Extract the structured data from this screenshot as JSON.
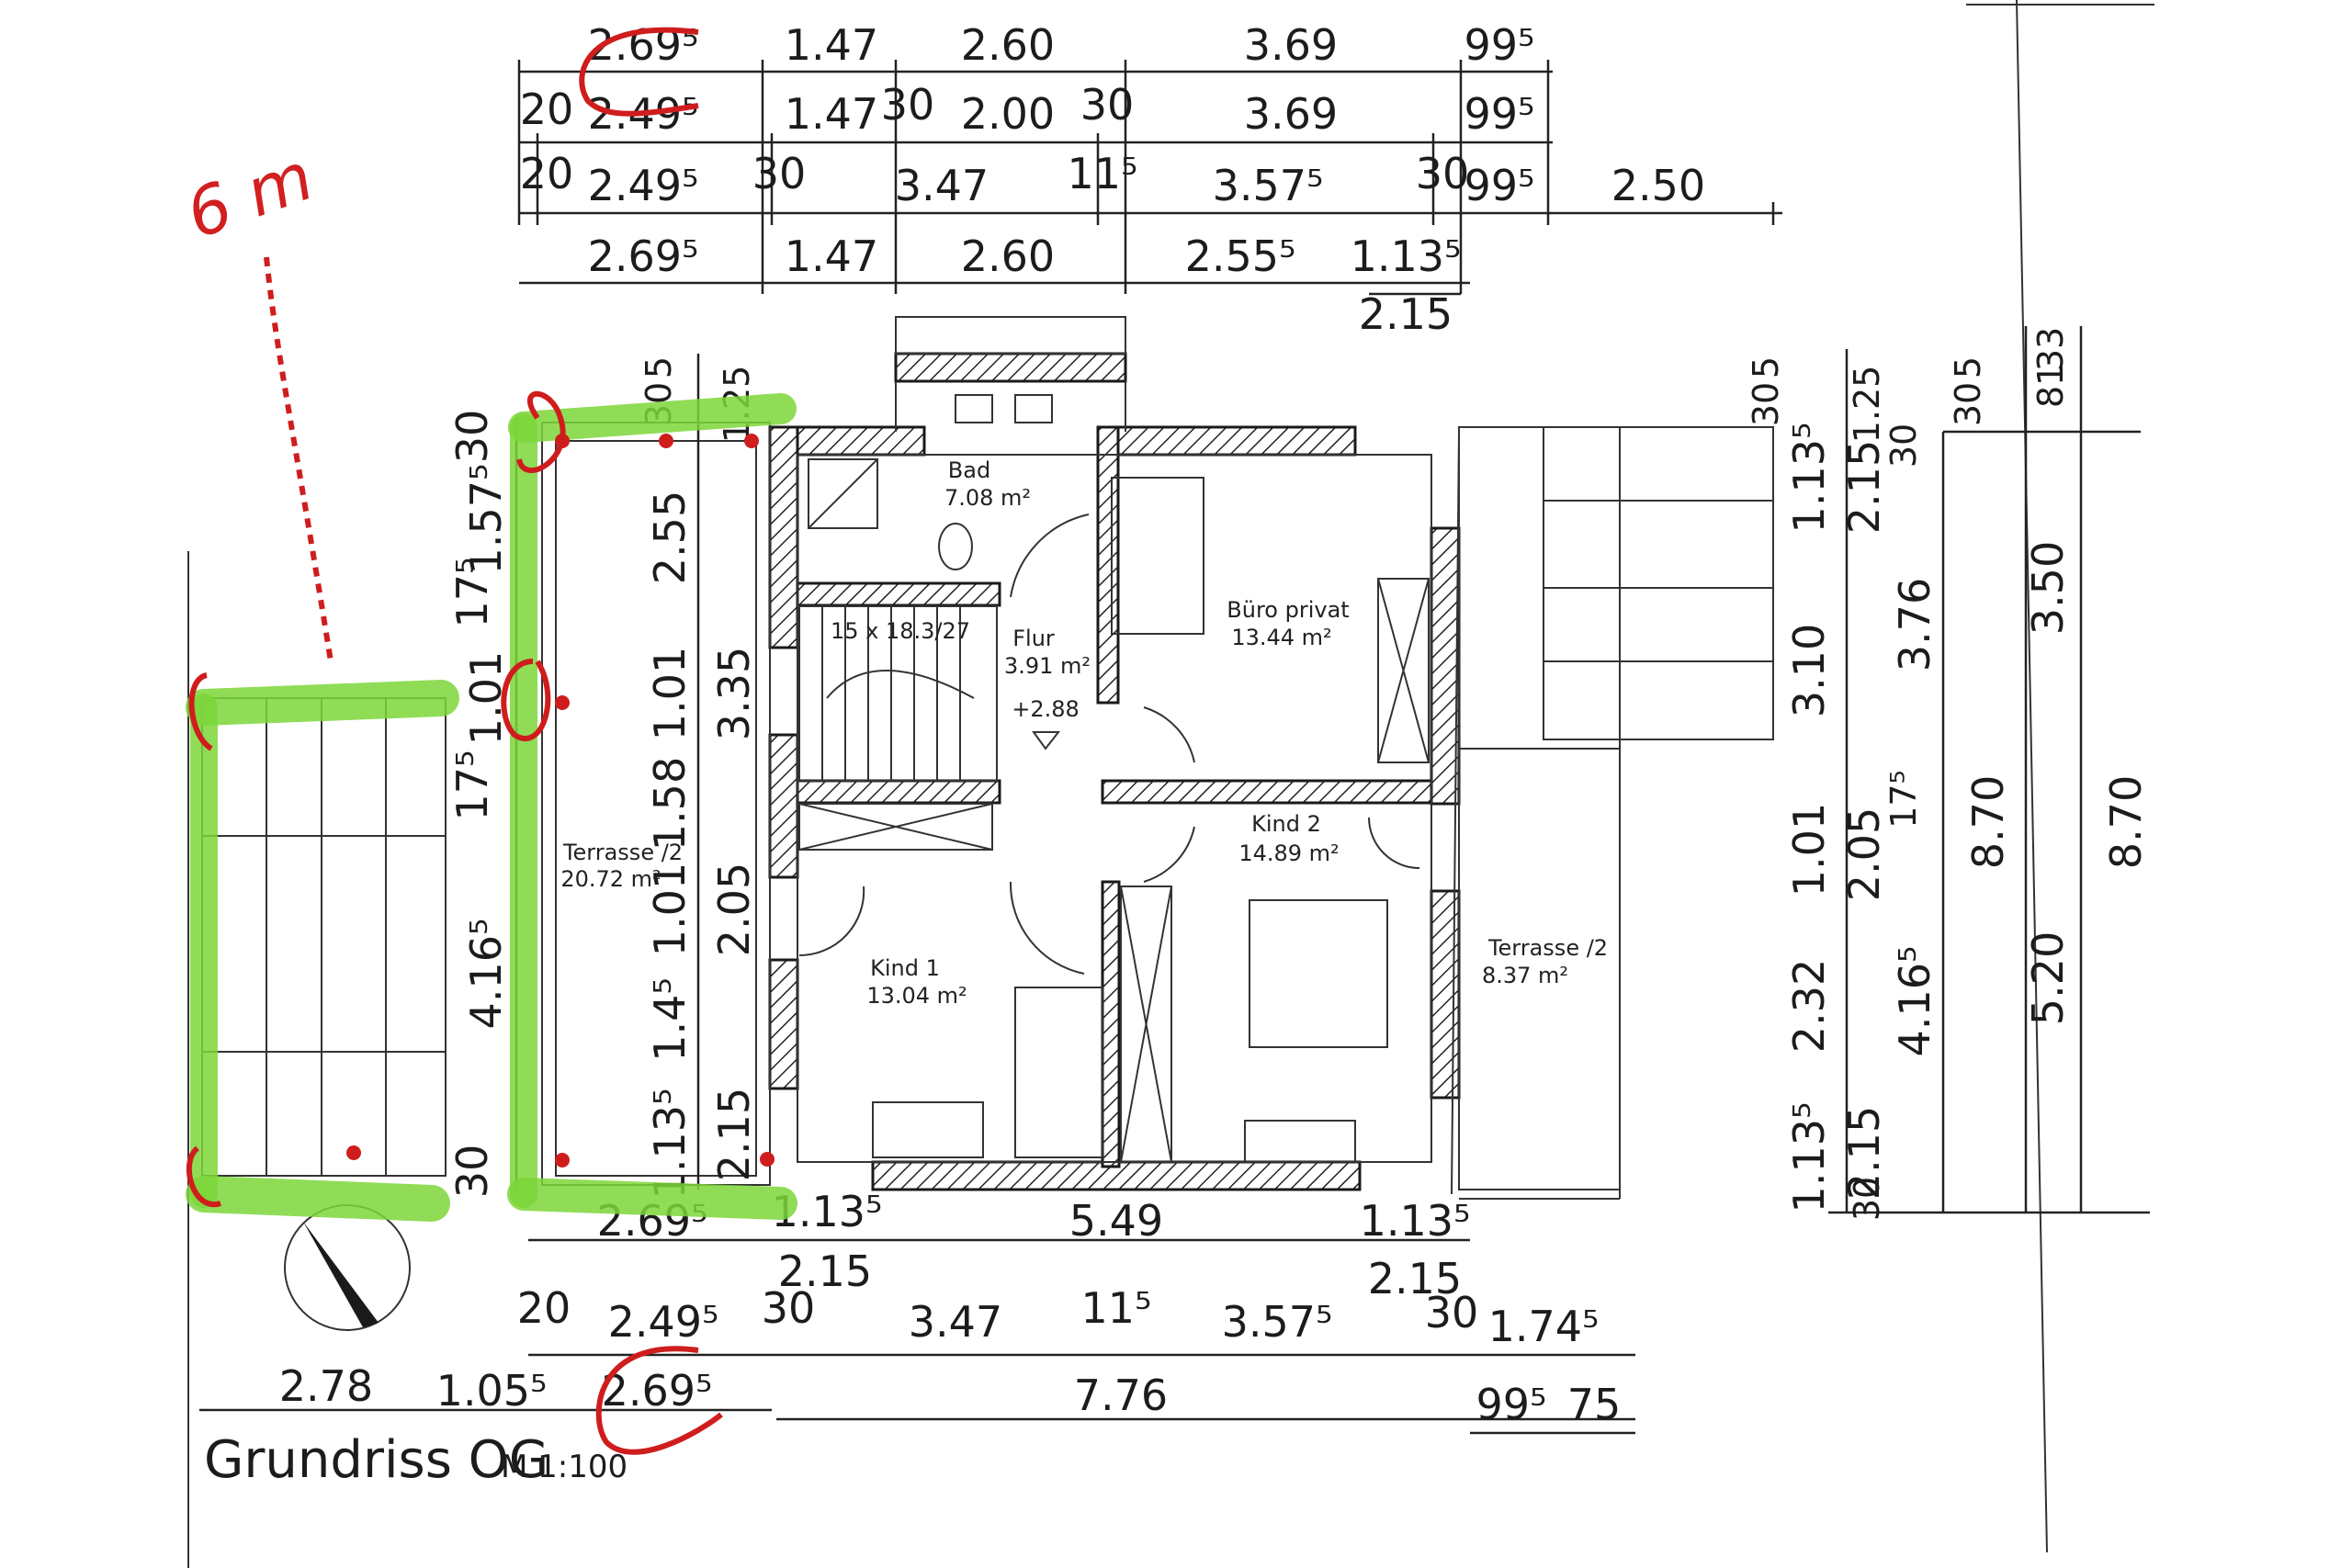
{
  "title": "Grundriss OG",
  "scale": "M 1:100",
  "handwritten_note": "6 m",
  "colors": {
    "highlight": "#7cd63a",
    "annotation": "#cf1d1d",
    "ink": "#1c1c1c"
  },
  "rooms": [
    {
      "name": "Bad",
      "area": "7.08 m²"
    },
    {
      "name": "Flur",
      "area": "3.91 m²",
      "level": "+2.88"
    },
    {
      "name": "Büro privat",
      "area": "13.44 m²"
    },
    {
      "name": "Kind 2",
      "area": "14.89 m²"
    },
    {
      "name": "Kind 1",
      "area": "13.04 m²"
    },
    {
      "name": "Terrasse /2",
      "area": "20.72 m²"
    },
    {
      "name": "Terrasse /2",
      "area": "8.37 m²"
    }
  ],
  "stairs": "15 x 18.3/27",
  "top_dims": {
    "row1": [
      "2.69⁵",
      "1.47",
      "2.60",
      "3.69",
      "99⁵"
    ],
    "row2": [
      "20",
      "2.49⁵",
      "1.47",
      "30",
      "2.00",
      "30",
      "3.69",
      "99⁵"
    ],
    "row3": [
      "20",
      "2.49⁵",
      "30",
      "3.47",
      "11⁵",
      "3.57⁵",
      "30",
      "99⁵",
      "2.50"
    ],
    "row4": [
      "2.69⁵",
      "1.47",
      "2.60",
      "2.55⁵",
      "1.13⁵"
    ],
    "extra": "2.15"
  },
  "left_dims": {
    "outer": [
      "30",
      "1.57⁵",
      "17⁵",
      "1.01",
      "17⁵",
      "4.16⁵",
      "30"
    ],
    "inner": [
      "2.55",
      "1.01",
      "1.58",
      "1.01",
      "1.4⁵",
      "1.13⁵"
    ],
    "inner2": [
      "5",
      "30",
      "1.25",
      "3.35",
      "2.05",
      "2.15"
    ]
  },
  "right_dims": {
    "col1": [
      "5",
      "30",
      "1.13⁵",
      "3.10",
      "1.01",
      "2.32",
      "1.13⁵"
    ],
    "col2": [
      "1.25",
      "2.15",
      "17⁵",
      "2.05",
      "4.16⁵",
      "2.15",
      "30"
    ],
    "col3": [
      "5",
      "30",
      "30",
      "3.76",
      "8.70"
    ],
    "col4": [
      "81",
      "33",
      "3.50",
      "5.20",
      "8.70"
    ]
  },
  "bottom_dims": {
    "row1": [
      "2.69⁵",
      "1.13⁵",
      "5.49",
      "1.13⁵"
    ],
    "row1b": [
      "2.15",
      "2.15"
    ],
    "row2": [
      "20",
      "2.49⁵",
      "30",
      "3.47",
      "11⁵",
      "3.57⁵",
      "30",
      "1.74⁵"
    ],
    "row3": [
      "2.78",
      "1.05⁵",
      "2.69⁵",
      "7.76",
      "99⁵",
      "75"
    ]
  }
}
